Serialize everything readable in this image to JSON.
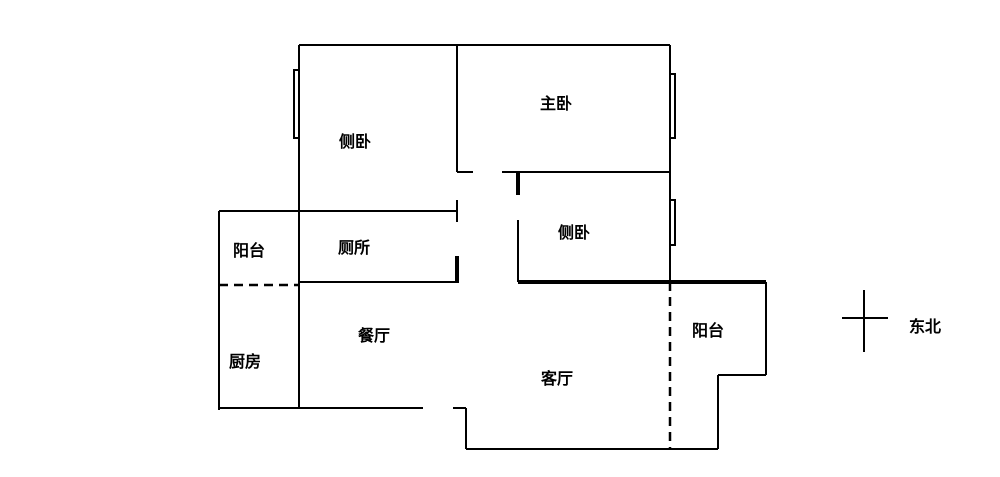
{
  "rooms": {
    "bedroom_side_1": "侧卧",
    "master_bedroom": "主卧",
    "bedroom_side_2": "侧卧",
    "balcony_west": "阳台",
    "toilet": "厕所",
    "dining_room": "餐厅",
    "kitchen": "厨房",
    "living_room": "客厅",
    "balcony_east": "阳台"
  },
  "compass": {
    "label": "东北"
  }
}
